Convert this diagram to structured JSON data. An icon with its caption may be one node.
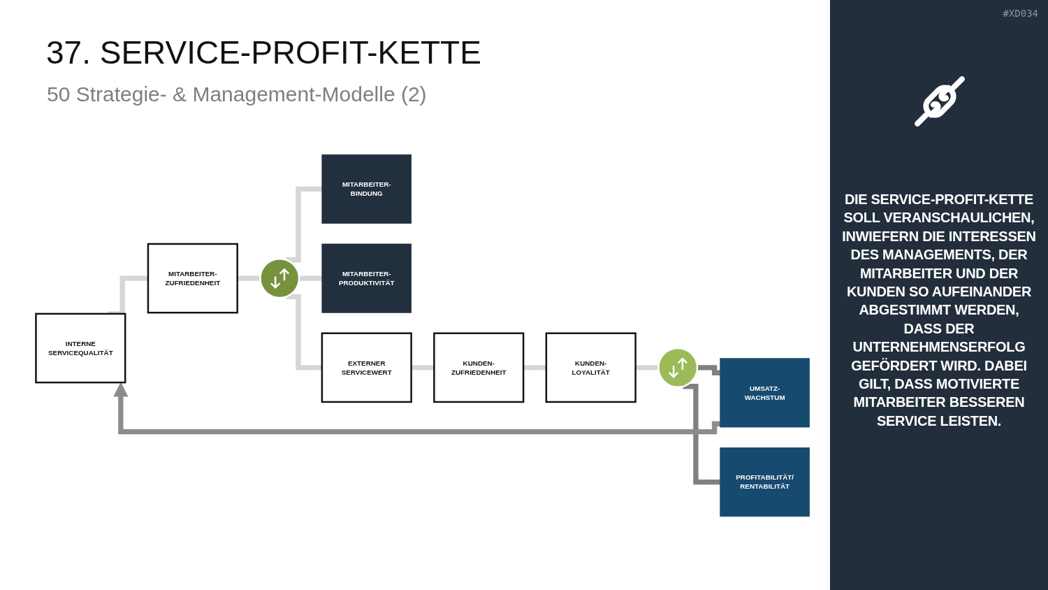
{
  "diagram": {
    "title": "37. SERVICE-PROFIT-KETTE",
    "nodes": [
      {
        "text": [
          "INTERNE SERVICEQUALITÄT"
        ]
      },
      {
        "text": [
          "MITARBEITER- ZUFRIEDENHEIT"
        ]
      },
      {
        "text": [
          "MITARBEITER- BINDUNG"
        ]
      },
      {
        "text": [],
        "shape": "circle"
      },
      {
        "text": [
          "MITARBEITER- PRODUKTIVITÄT"
        ]
      },
      {
        "text": [
          "EXTERNER SERVICEWERT"
        ]
      },
      {
        "text": [
          "KUNDEN- ZUFRIEDENHEIT"
        ]
      },
      {
        "text": [
          "KUNDEN- LOYALITÄT"
        ]
      },
      {
        "text": [
          "UMSATZ- WACHSTUM"
        ]
      },
      {
        "text": [],
        "shape": "circle"
      },
      {
        "text": [
          "PROFITABILITÄT/ RENTABILITÄT"
        ]
      }
    ],
    "edges": [
      {
        "from": 0,
        "to": 1,
        "arrow": "none"
      },
      {
        "from": 1,
        "to": 3,
        "arrow": "none"
      },
      {
        "from": 3,
        "to": 2,
        "arrow": "none"
      },
      {
        "from": 3,
        "to": 4,
        "arrow": "none"
      },
      {
        "from": 3,
        "to": 5,
        "arrow": "none"
      },
      {
        "from": 5,
        "to": 6,
        "arrow": "none"
      },
      {
        "from": 6,
        "to": 7,
        "arrow": "none"
      },
      {
        "from": 7,
        "to": 9,
        "arrow": "none"
      },
      {
        "from": 9,
        "to": 8,
        "arrow": "none",
        "color": "#808080"
      },
      {
        "from": 9,
        "to": 10,
        "arrow": "none",
        "color": "#808080"
      },
      {
        "from": 8,
        "to": 0,
        "arrow": "to",
        "color": "#8c8c8c"
      }
    ],
    "labels": [
      "50 Strategie- & Management-Modelle (2)",
      "#XD034",
      "DIE SERVICE-PROFIT-KETTE SOLL VERANSCHAULICHEN, INWIEFERN DIE INTERESSEN DES MANAGEMENTS, DER MITARBEITER UND DER KUNDEN SO AUFEINANDER ABGESTIMMT WERDEN, DASS DER UNTERNEHMENSERFOLG GEFÖRDERT WIRD. DABEI GILT, DASS MOTIVIERTE MITARBEITER BESSEREN SERVICE LEISTEN."
    ]
  }
}
